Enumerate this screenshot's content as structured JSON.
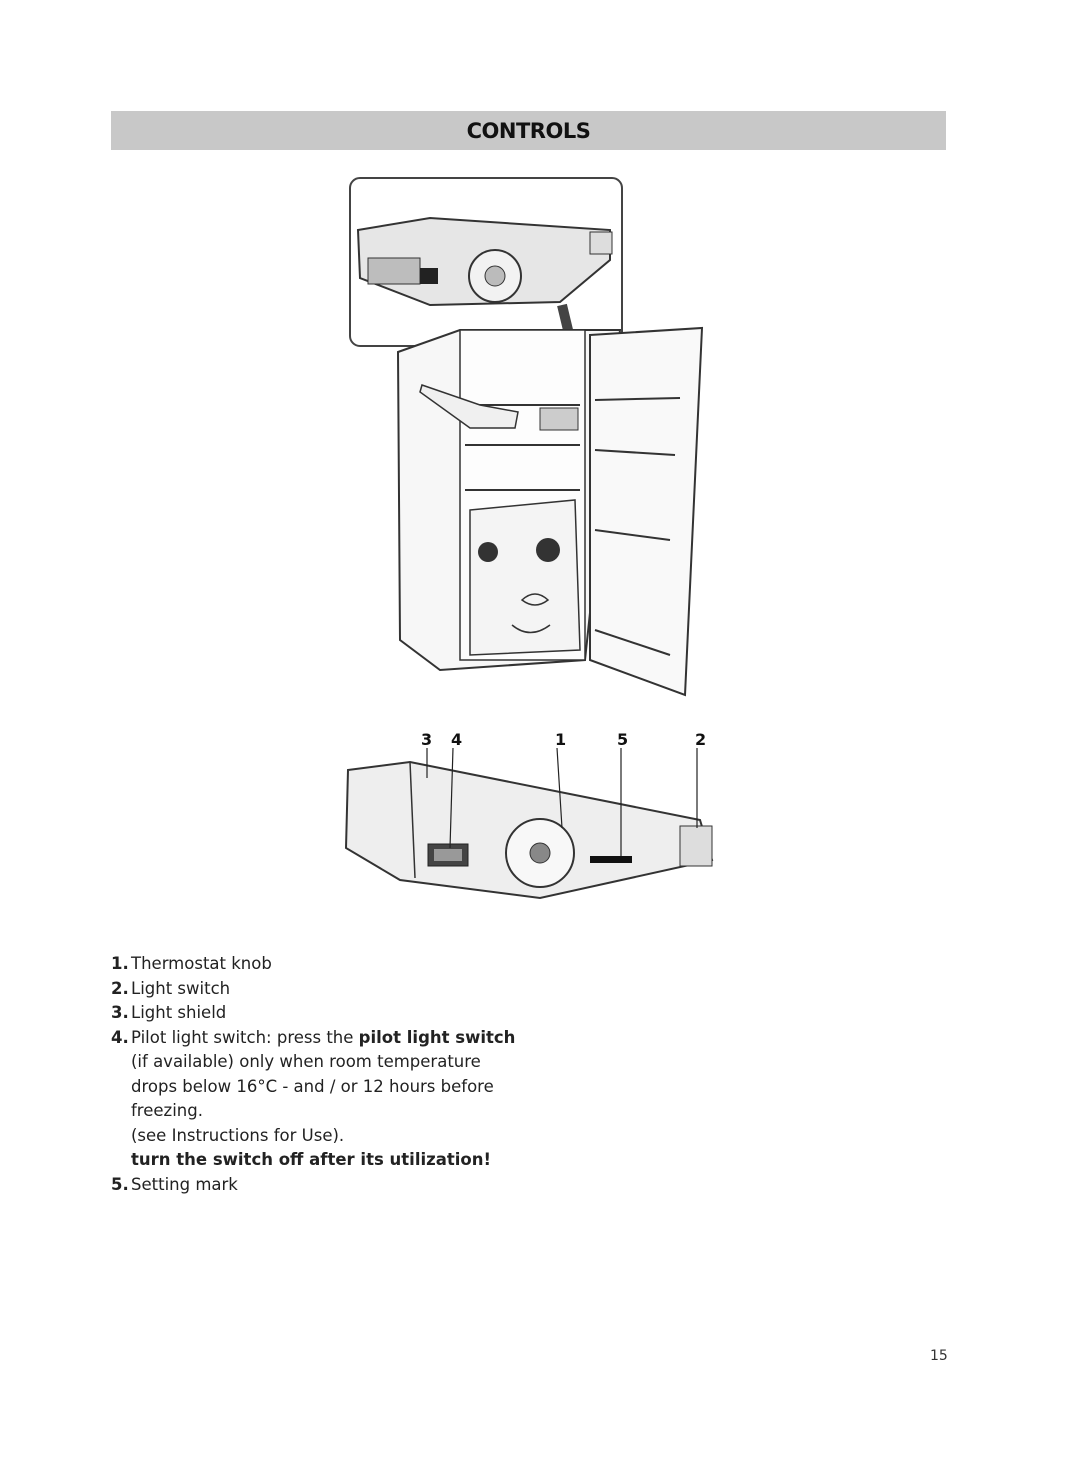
{
  "header": {
    "title": "CONTROLS"
  },
  "callouts": [
    "3",
    "4",
    "1",
    "5",
    "2"
  ],
  "legend": {
    "items": [
      {
        "num": "1.",
        "text": "Thermostat knob"
      },
      {
        "num": "2.",
        "text": "Light switch"
      },
      {
        "num": "3.",
        "text": "Light shield"
      },
      {
        "num": "4.",
        "text_pre": "Pilot light switch: press the ",
        "text_bold": "pilot light switch",
        "line2": "(if available) only when room temperature",
        "line3": "drops below 16°C - and / or 12 hours before",
        "line4": "freezing.",
        "line5": "(see Instructions for Use).",
        "warning": "turn the switch off after its utilization!"
      },
      {
        "num": "5.",
        "text": "Setting mark"
      }
    ]
  },
  "footer": {
    "page_number": "15"
  }
}
